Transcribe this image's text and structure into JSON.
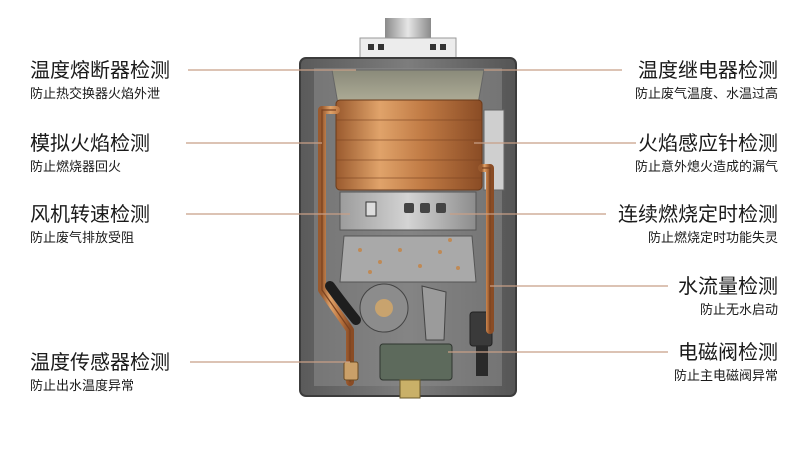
{
  "callouts": {
    "left": [
      {
        "title": "温度熔断器检测",
        "sub": "防止热交换器火焰外泄"
      },
      {
        "title": "模拟火焰检测",
        "sub": "防止燃烧器回火"
      },
      {
        "title": "风机转速检测",
        "sub": "防止废气排放受阻"
      },
      {
        "title": "温度传感器检测",
        "sub": "防止出水温度异常"
      }
    ],
    "right": [
      {
        "title": "温度继电器检测",
        "sub": "防止废气温度、水温过高"
      },
      {
        "title": "火焰感应针检测",
        "sub": "防止意外熄火造成的漏气"
      },
      {
        "title": "连续燃烧定时检测",
        "sub": "防止燃烧定时功能失灵"
      },
      {
        "title": "水流量检测",
        "sub": "防止无水启动"
      },
      {
        "title": "电磁阀检测",
        "sub": "防止主电磁阀异常"
      }
    ]
  },
  "colors": {
    "leader_line": "#c89f86",
    "pipe": "#b5643a",
    "casing": "#6e6e6e"
  }
}
